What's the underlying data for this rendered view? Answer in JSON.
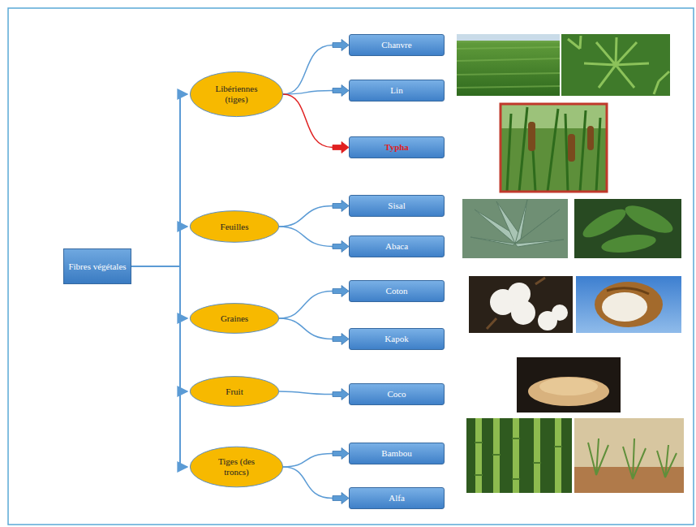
{
  "diagram": {
    "nodes": [
      {
        "text": [
          "Fibres végétales"
        ]
      },
      {
        "text": [
          "Libériennes (tiges)"
        ]
      },
      {
        "text": [
          "Chanvre"
        ]
      },
      {
        "text": [
          "Lin"
        ]
      },
      {
        "text": [
          "Typha"
        ]
      },
      {
        "text": [
          "Feuilles"
        ]
      },
      {
        "text": [
          "Sisal"
        ]
      },
      {
        "text": [
          "Abaca"
        ]
      },
      {
        "text": [
          "Graines"
        ]
      },
      {
        "text": [
          "Coton"
        ]
      },
      {
        "text": [
          "Kapok"
        ]
      },
      {
        "text": [
          "Fruit"
        ]
      },
      {
        "text": [
          "Coco"
        ]
      },
      {
        "text": [
          "Tiges (des troncs)"
        ]
      },
      {
        "text": [
          "Bambou"
        ]
      },
      {
        "text": [
          "Alfa"
        ]
      }
    ],
    "edges": [
      {
        "from": 0,
        "to": 1,
        "arrow": "to"
      },
      {
        "from": 0,
        "to": 5,
        "arrow": "to"
      },
      {
        "from": 0,
        "to": 8,
        "arrow": "to"
      },
      {
        "from": 0,
        "to": 11,
        "arrow": "to"
      },
      {
        "from": 0,
        "to": 13,
        "arrow": "to"
      },
      {
        "from": 1,
        "to": 2,
        "arrow": "to"
      },
      {
        "from": 1,
        "to": 3,
        "arrow": "to"
      },
      {
        "from": 1,
        "to": 4,
        "arrow": "to"
      },
      {
        "from": 5,
        "to": 6,
        "arrow": "to"
      },
      {
        "from": 5,
        "to": 7,
        "arrow": "to"
      },
      {
        "from": 8,
        "to": 9,
        "arrow": "to"
      },
      {
        "from": 8,
        "to": 10,
        "arrow": "to"
      },
      {
        "from": 11,
        "to": 12,
        "arrow": "to"
      },
      {
        "from": 13,
        "to": 14,
        "arrow": "to"
      },
      {
        "from": 13,
        "to": 15,
        "arrow": "to"
      }
    ]
  }
}
